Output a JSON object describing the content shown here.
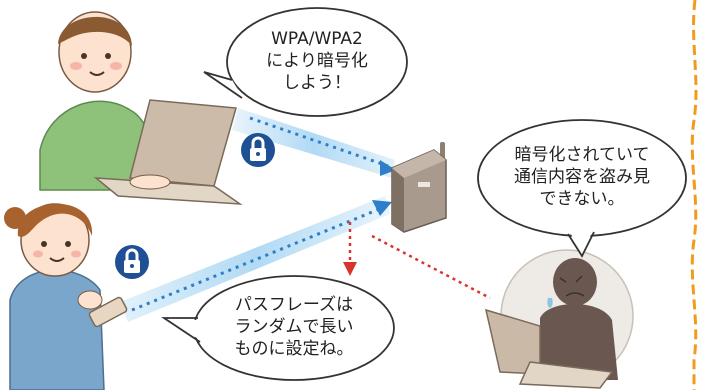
{
  "bubbles": {
    "top": "WPA/WPA2\nにより暗号化\nしよう！",
    "right": "暗号化されていて\n通信内容を盗み見\nできない。",
    "bottom": "パスフレーズは\nランダムで長い\nものに設定ね。"
  },
  "icons": {
    "lock": "lock-icon",
    "router": "wifi-router-icon"
  },
  "colors": {
    "signal_blue": "#3a8fd8",
    "signal_glow": "#bfe0f6",
    "intercept_red": "#d9342b",
    "shirt_green": "#8ec27a",
    "laptop": "#c9b9a6",
    "router": "#9a8a7c",
    "border_orange": "#f39a1e",
    "shadow_person": "#5a4a44"
  }
}
